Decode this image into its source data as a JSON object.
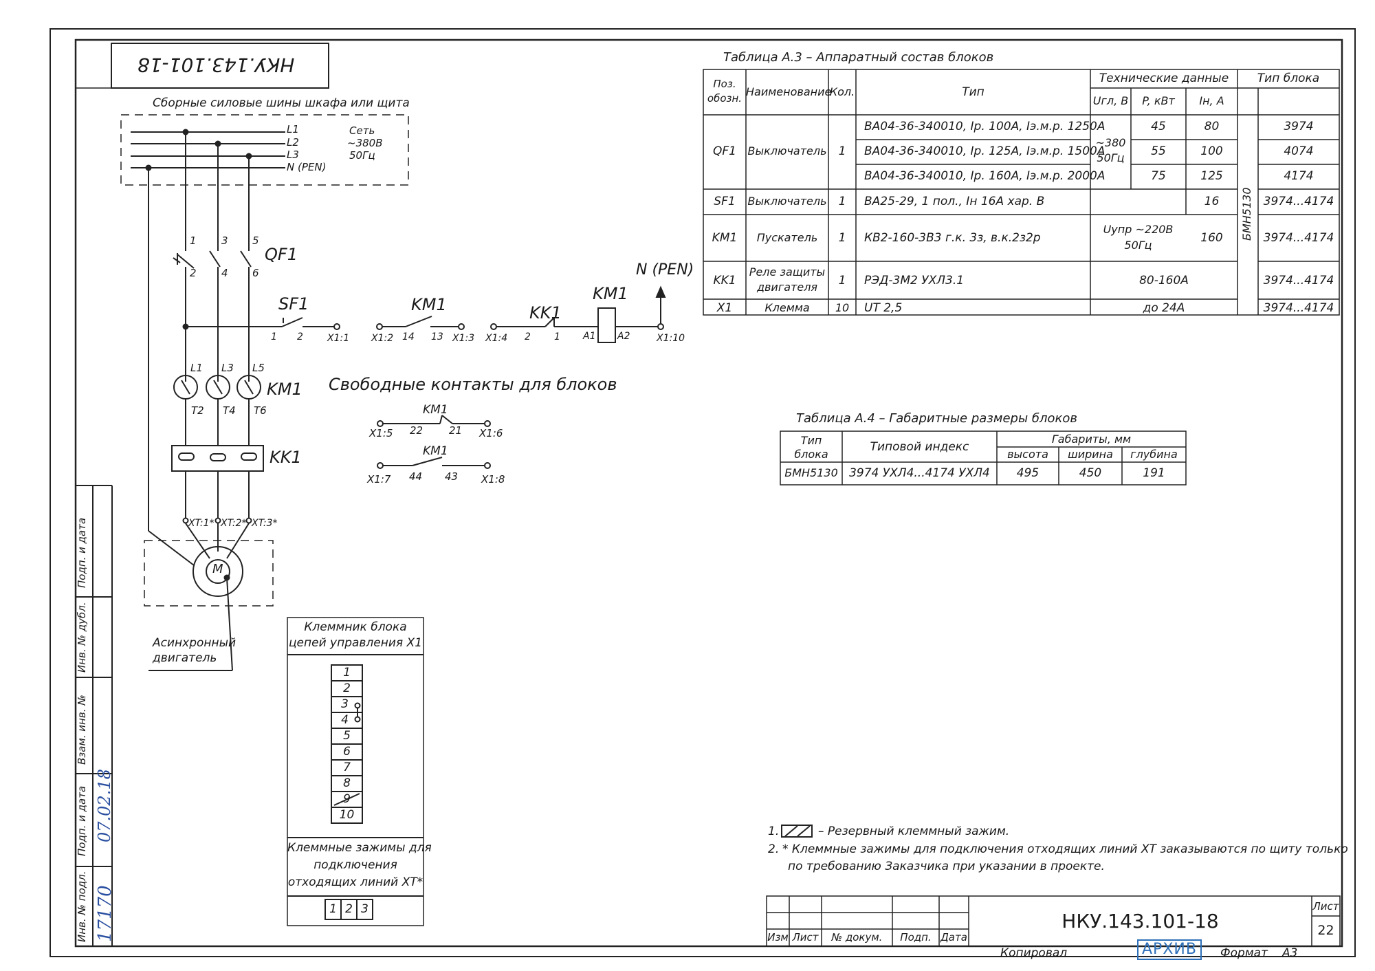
{
  "doc": {
    "code": "НКУ.143.101-18",
    "code_mirrored": "НКУ.143.101-18",
    "sheet_label": "Лист",
    "sheet_no": "22",
    "copied_label": "Копировал",
    "archive_stamp": "АРХИВ",
    "format_label": "Формат",
    "format_value": "А3",
    "title_cols": [
      "Изм",
      "Лист",
      "№ докум.",
      "Подп.",
      "Дата"
    ]
  },
  "side_stamp": {
    "labels": [
      "Инв. № подл.",
      "Подп. и дата",
      "Взам. инв. №",
      "Инв. № дубл.",
      "Подп. и дата"
    ],
    "inv_value": "17170",
    "sign_date": "07.02.18"
  },
  "schematic": {
    "bus_title": "Сборные силовые шины шкафа или щита",
    "bus_lines": [
      "L1",
      "L2",
      "L3",
      "N (PEN)"
    ],
    "network": [
      "Сеть",
      "~380В",
      "50Гц"
    ],
    "qf1": {
      "name": "QF1",
      "top": [
        "1",
        "3",
        "5"
      ],
      "bottom": [
        "2",
        "4",
        "6"
      ]
    },
    "sf1": {
      "name": "SF1",
      "pins": [
        "1",
        "2"
      ],
      "terminal": "X1:1"
    },
    "km1_contact": {
      "name": "KM1",
      "left": "X1:2",
      "pins": [
        "14",
        "13"
      ],
      "right": "X1:3"
    },
    "x14": "X1:4",
    "kk1_contact": {
      "name": "KK1",
      "pins": [
        "2",
        "1"
      ]
    },
    "km1_coil": {
      "name": "KM1",
      "pins": [
        "A1",
        "A2"
      ],
      "terminal": "X1:10"
    },
    "n_pen": "N (PEN)",
    "km1_main": {
      "name": "KM1",
      "top": [
        "L1",
        "L3",
        "L5"
      ],
      "bottom": [
        "T2",
        "T4",
        "T6"
      ]
    },
    "kk1": "KK1",
    "xt": [
      "XT:1*",
      "XT:2*",
      "XT:3*"
    ],
    "motor": "M",
    "motor_label": [
      "Асинхронный",
      "двигатель"
    ],
    "free_contacts": {
      "title": "Свободные контакты для блоков",
      "c1": {
        "name": "KM1",
        "left": "X1:5",
        "pins": [
          "22",
          "21"
        ],
        "right": "X1:6"
      },
      "c2": {
        "name": "KM1",
        "left": "X1:7",
        "pins": [
          "44",
          "43"
        ],
        "right": "X1:8"
      }
    },
    "terminal_block": {
      "title": [
        "Клеммник блока",
        "цепей управления X1"
      ],
      "cells": [
        "1",
        "2",
        "3",
        "4",
        "5",
        "6",
        "7",
        "8",
        "9",
        "10"
      ],
      "out_title": [
        "Клеммные зажимы для",
        "подключения",
        "отходящих линий XT*"
      ],
      "out_cells": [
        "1",
        "2",
        "3"
      ]
    }
  },
  "table_a3": {
    "caption": "Таблица А.3 – Аппаратный состав блоков",
    "headers": {
      "pos": [
        "Поз.",
        "обозн."
      ],
      "name": "Наименование",
      "qty": "Кол.",
      "type": "Тип",
      "tech": "Технические данные",
      "ugl": "Uгл, В",
      "p": "P, кВт",
      "in": "Iн, А",
      "block_type": "Тип блока"
    },
    "block_code": "БМН5130",
    "rows": [
      {
        "pos": "QF1",
        "name": "Выключатель",
        "qty": "1",
        "types": [
          "ВА04-36-340010, Iр. 100А, Iэ.м.р. 1250А",
          "ВА04-36-340010, Iр. 125А, Iэ.м.р. 1500А",
          "ВА04-36-340010, Iр. 160А, Iэ.м.р. 2000А"
        ],
        "ugl": [
          "~380",
          "50Гц"
        ],
        "p": [
          "45",
          "55",
          "75"
        ],
        "in": [
          "80",
          "100",
          "125"
        ],
        "block": [
          "3974",
          "4074",
          "4174"
        ]
      },
      {
        "pos": "SF1",
        "name": "Выключатель",
        "qty": "1",
        "type": "ВА25-29, 1 пол., Iн 16А хар. В",
        "in": "16",
        "block": "3974...4174"
      },
      {
        "pos": "KM1",
        "name": "Пускатель",
        "qty": "1",
        "type": "КВ2-160-3В3 г.к. 3з, в.к.2з2р",
        "ugl": [
          "Uупр ~220В",
          "50Гц"
        ],
        "in": "160",
        "block": "3974...4174"
      },
      {
        "pos": "KK1",
        "name": [
          "Реле защиты",
          "двигателя"
        ],
        "qty": "1",
        "type": "РЭД-3М2 УХЛ3.1",
        "tech": "80-160А",
        "block": "3974...4174"
      },
      {
        "pos": "X1",
        "name": "Клемма",
        "qty": "10",
        "type": "UT 2,5",
        "tech": "до 24А",
        "block": "3974...4174"
      }
    ]
  },
  "table_a4": {
    "caption": "Таблица А.4 – Габаритные размеры блоков",
    "headers": {
      "block_type": [
        "Тип",
        "блока"
      ],
      "index": "Типовой индекс",
      "dims": "Габариты, мм",
      "h": "высота",
      "w": "ширина",
      "d": "глубина"
    },
    "row": {
      "block_type": "БМН5130",
      "index": "3974 УХЛ4...4174 УХЛ4",
      "h": "495",
      "w": "450",
      "d": "191"
    }
  },
  "notes": [
    {
      "num": "1.",
      "text": "– Резервный клеммный зажим."
    },
    {
      "num": "2.",
      "text": "* Клеммные зажимы для подключения отходящих линий XT заказываются по щиту только",
      "text2": "по требованию Заказчика при указании в проекте."
    }
  ]
}
